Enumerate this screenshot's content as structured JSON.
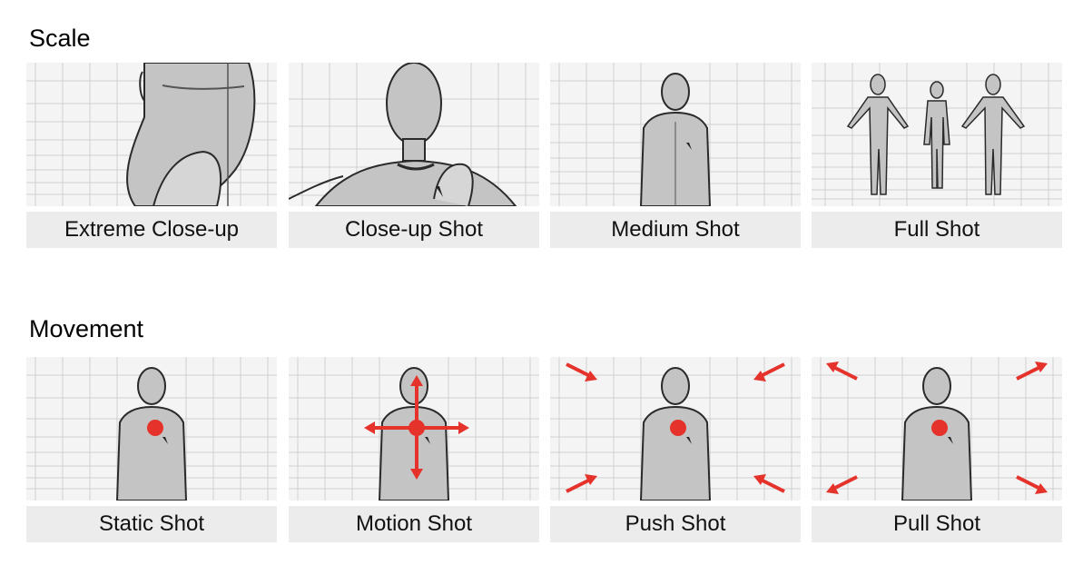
{
  "sections": [
    {
      "title": "Scale",
      "panels": [
        {
          "caption": "Extreme Close-up"
        },
        {
          "caption": "Close-up Shot"
        },
        {
          "caption": "Medium Shot"
        },
        {
          "caption": "Full Shot"
        }
      ]
    },
    {
      "title": "Movement",
      "panels": [
        {
          "caption": "Static Shot"
        },
        {
          "caption": "Motion Shot"
        },
        {
          "caption": "Push Shot"
        },
        {
          "caption": "Pull Shot"
        }
      ]
    }
  ],
  "colors": {
    "accent": "#e5322b",
    "caption_bg": "#ececec",
    "grid": "#cfcfcf",
    "figure_fill": "#bdbdbd",
    "figure_stroke": "#2a2a2a"
  }
}
